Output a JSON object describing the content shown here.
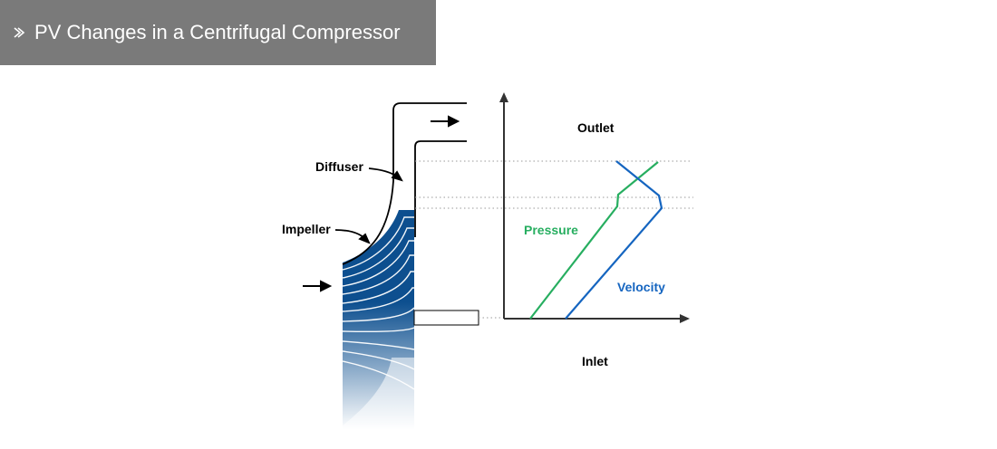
{
  "header": {
    "title": "PV Changes in a Centrifugal Compressor",
    "background": "#7a7a7a",
    "icon": "double-chevron-right-icon"
  },
  "diagram": {
    "labels": {
      "diffuser": "Diffuser",
      "impeller": "Impeller",
      "outlet": "Outlet",
      "inlet": "Inlet",
      "pressure": "Pressure",
      "velocity": "Velocity"
    },
    "colors": {
      "impeller": "#0d4f8f",
      "pressure": "#27ae60",
      "velocity": "#1565c0",
      "outline": "#000000",
      "axis": "#333333",
      "guide": "#9a9a9a"
    }
  }
}
